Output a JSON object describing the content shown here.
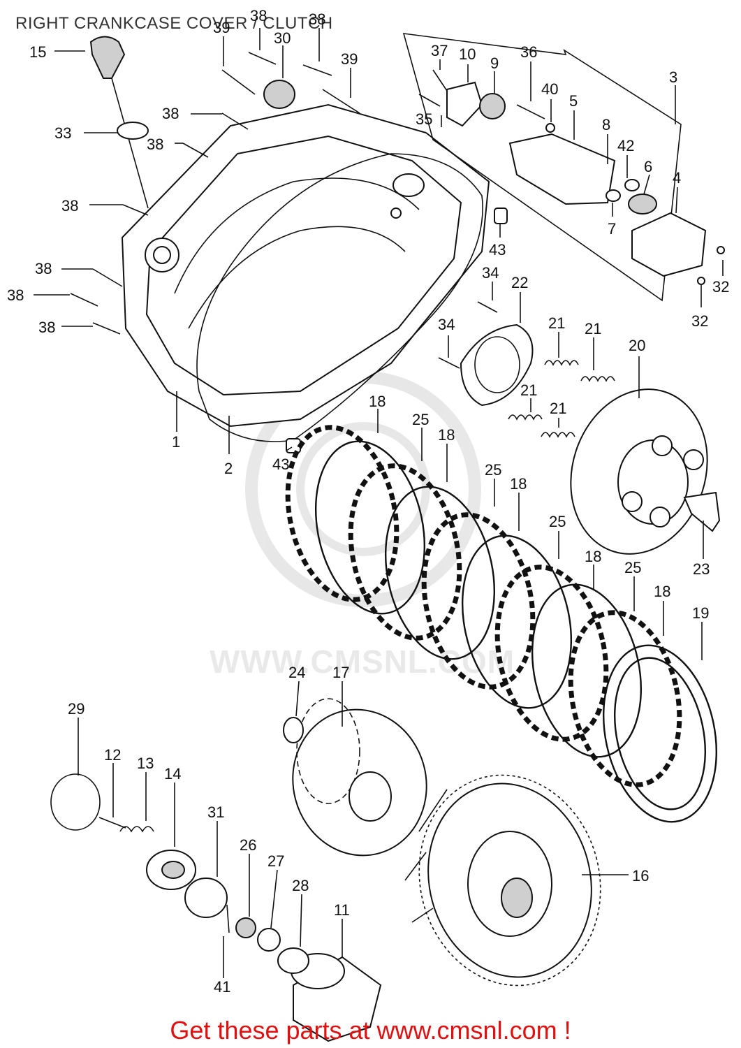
{
  "title": "RIGHT CRANKCASE COVER /   CLUTCH",
  "footer": "Get these parts at www.cmsnl.com !",
  "watermark": "WWW.CMSNL.COM",
  "colors": {
    "footer": "#e01010",
    "ink": "#111111",
    "watermark": "#e9e9e9"
  },
  "callouts": {
    "c15": "15",
    "c39a": "39",
    "c38a": "38",
    "c30": "30",
    "c38b": "38",
    "c39b": "39",
    "c37": "37",
    "c10": "10",
    "c9": "9",
    "c36": "36",
    "c3": "3",
    "c40": "40",
    "c5": "5",
    "c35": "35",
    "c8": "8",
    "c42": "42",
    "c6": "6",
    "c4": "4",
    "c7": "7",
    "c33": "33",
    "c38c": "38",
    "c38d": "38",
    "c38e": "38",
    "c38f": "38",
    "c38g": "38",
    "c38h": "38",
    "c43a": "43",
    "c34a": "34",
    "c22": "22",
    "c32a": "32",
    "c32b": "32",
    "c34b": "34",
    "c21a": "21",
    "c21b": "21",
    "c20": "20",
    "c21c": "21",
    "c21d": "21",
    "c1": "1",
    "c2": "2",
    "c43b": "43",
    "c18a": "18",
    "c25a": "25",
    "c18b": "18",
    "c25b": "25",
    "c18c": "18",
    "c25c": "25",
    "c23": "23",
    "c18d": "18",
    "c25d": "25",
    "c18e": "18",
    "c19": "19",
    "c24": "24",
    "c17": "17",
    "c29": "29",
    "c12": "12",
    "c13": "13",
    "c14": "14",
    "c31": "31",
    "c26": "26",
    "c27": "27",
    "c28": "28",
    "c11": "11",
    "c16": "16",
    "c41": "41"
  }
}
